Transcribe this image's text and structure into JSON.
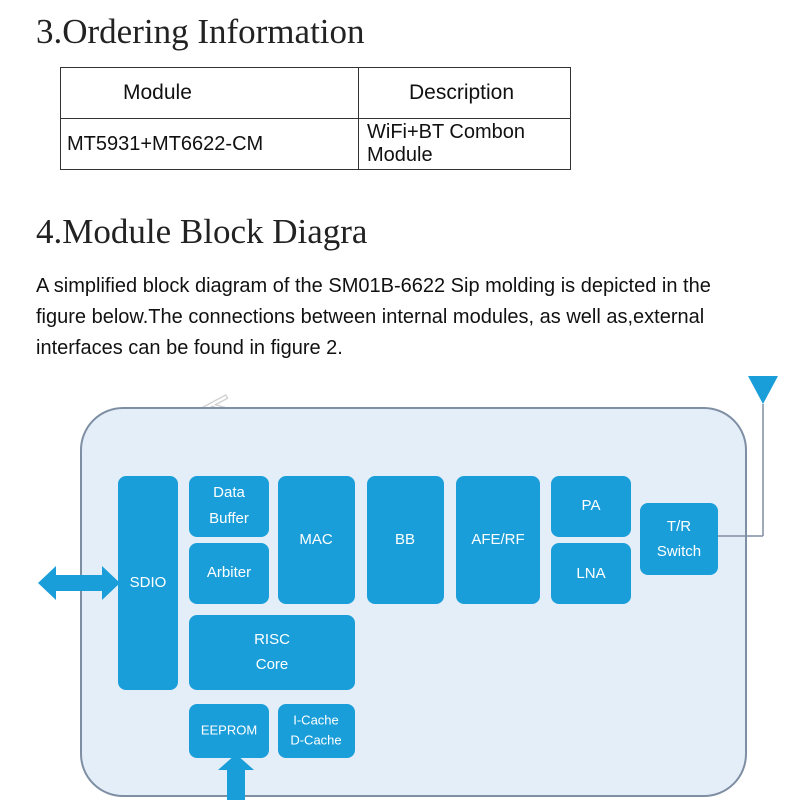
{
  "sections": {
    "ordering_title": "3.Ordering Information",
    "diagram_title": "4.Module Block Diagra"
  },
  "ordering_table": {
    "headers": [
      "Module",
      "Description"
    ],
    "rows": [
      [
        "MT5931+MT6622-CM",
        "WiFi+BT  Combon  Module"
      ]
    ]
  },
  "description_lines": [
    "A simplified block diagram of the SM01B-6622 Sip molding is depicted in the",
    "figure below.The connections between internal modules, as well as,external",
    "interfaces can be found in figure 2."
  ],
  "diagram": {
    "blocks": {
      "sdio": "SDIO",
      "data_buffer": [
        "Data",
        "Buffer"
      ],
      "arbiter": "Arbiter",
      "mac": "MAC",
      "bb": "BB",
      "afe_rf": "AFE/RF",
      "pa": "PA",
      "lna": "LNA",
      "tr_switch": [
        "T/R",
        "Switch"
      ],
      "risc_core": [
        "RISC",
        "Core"
      ],
      "eeprom": "EEPROM",
      "cache": [
        "I-Cache",
        "D-Cache"
      ]
    },
    "colors": {
      "block_fill": "#1a9ed9",
      "board_fill": "#e4eef8",
      "board_stroke": "#7e8ea3",
      "arrow_fill": "#1a9ed9"
    },
    "icons": [
      "antenna-icon",
      "bidirectional-arrow-icon",
      "up-arrow-icon"
    ]
  }
}
